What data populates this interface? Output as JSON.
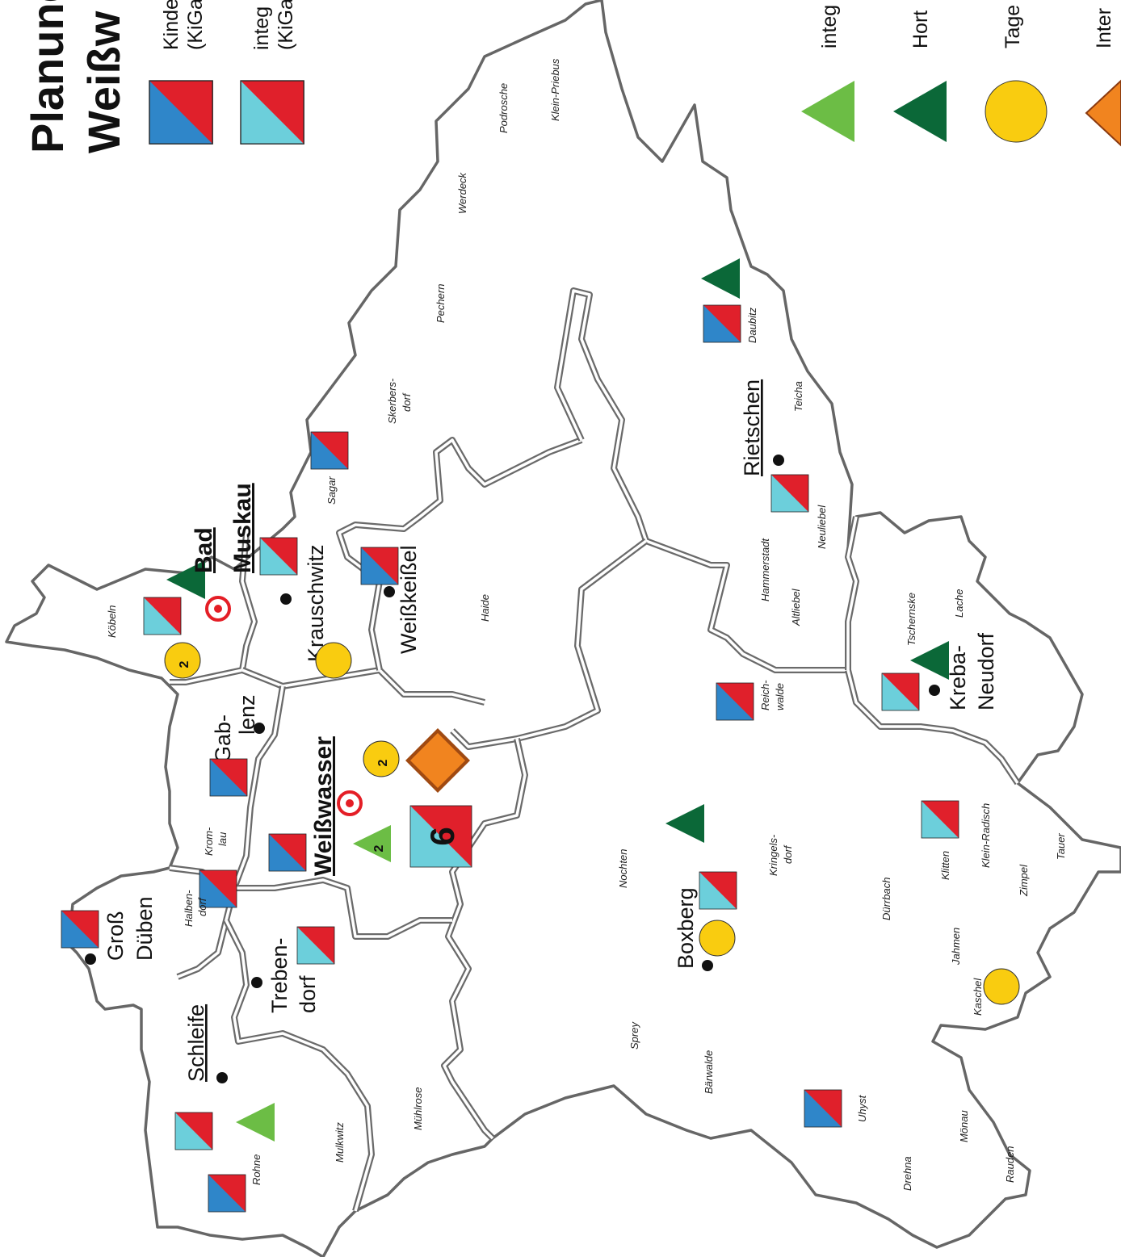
{
  "title": {
    "line1": "Planung",
    "line2": "Weißw"
  },
  "colors": {
    "blue": "#2f86c9",
    "light_blue": "#6ccfdb",
    "red": "#e0202b",
    "light_green": "#6cbd45",
    "dark_green": "#0b6838",
    "yellow": "#f9cc10",
    "orange": "#f1841f",
    "target_red": "#e41e26"
  },
  "legend": {
    "kita_label_1": "Kinde",
    "kita_label_2": "(KiGa",
    "integ_label_1": "integ",
    "integ_label_2": "(KiGa",
    "integ_hort_label": "integ",
    "hort_label": "Hort",
    "tages_label": "Tage",
    "inter_label": "Inter"
  },
  "towns": {
    "bad": "Bad",
    "muskau": "Muskau",
    "krauschwitz": "Krauschwitz",
    "weisskeissel": "Weißkeißel",
    "gab": "Gab-",
    "lenz": "lenz",
    "weisswasser": "Weißwasser",
    "gross": "Groß",
    "dueben": "Düben",
    "treben": "Treben-",
    "dorf": "dorf",
    "schleife": "Schleife",
    "boxberg": "Boxberg",
    "rietschen": "Rietschen",
    "kreba": "Kreba-",
    "neudorf": "Neudorf"
  },
  "villages": {
    "koebeln": "Köbeln",
    "sagar": "Sagar",
    "skerbers": "Skerbers-",
    "skerbers_dorf": "dorf",
    "pechern": "Pechern",
    "werdeck": "Werdeck",
    "podrosche": "Podrosche",
    "klein_priebus": "Klein-Priebus",
    "haide": "Haide",
    "krom": "Krom-",
    "lau": "lau",
    "halben": "Halben-",
    "halben_dorf": "dorf",
    "muehlrose": "Mühlrose",
    "mulkwitz": "Mulkwitz",
    "rohne": "Rohne",
    "sprey": "Sprey",
    "baerwalde": "Bärwalde",
    "nochten": "Nochten",
    "kringels": "Kringels-",
    "kringels_dorf": "dorf",
    "reich": "Reich-",
    "walde": "walde",
    "daubitz": "Daubitz",
    "teicha": "Teicha",
    "hammerstadt": "Hammerstadt",
    "neuliebel": "Neuliebel",
    "altliebel": "Altliebel",
    "tschernske": "Tschernske",
    "lache": "Lache",
    "duerrbach": "Dürrbach",
    "klitten": "Klitten",
    "klein_radisch": "Klein-Radisch",
    "zimpel": "Zimpel",
    "tauer": "Tauer",
    "jahmen": "Jahmen",
    "kaschel": "Kaschel",
    "uhyst": "Uhyst",
    "moenau": "Mönau",
    "drehna": "Drehna",
    "rauden": "Rauden"
  },
  "counts": {
    "bad_muskau_tages": "2",
    "weisswasser_tages": "2",
    "weisswasser_integ": "2",
    "weisswasser_kita": "6"
  },
  "icons": [
    "kita-icon",
    "integ-kita-icon",
    "integ-hort-icon",
    "hort-icon",
    "tagespflege-icon",
    "internat-icon",
    "town-center-icon",
    "target-icon"
  ]
}
